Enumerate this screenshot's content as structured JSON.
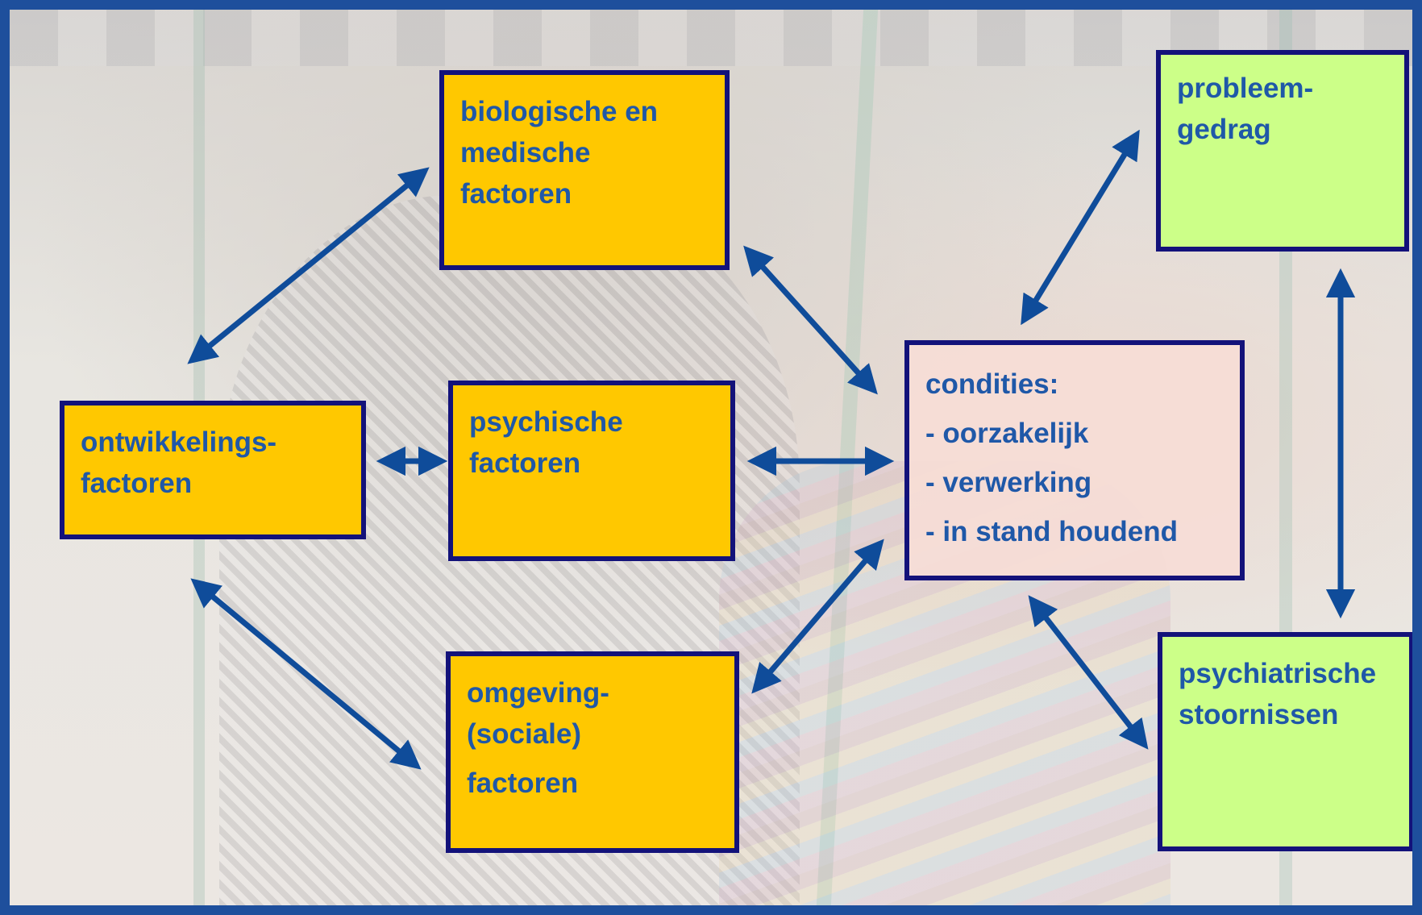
{
  "colors": {
    "frame": "#1e4f9c",
    "box_border": "#13127a",
    "text": "#1f58a8",
    "orange_box": "#ffc800",
    "green_box": "#ccff88",
    "pink_box": "#f6ddd6",
    "arrow": "#0f4c9a"
  },
  "boxes": {
    "bio": [
      "biologische en",
      "medische",
      "factoren"
    ],
    "ontwikkeling": [
      "ontwikkelings-",
      "factoren"
    ],
    "psychisch": [
      "psychische",
      "factoren"
    ],
    "omgeving": [
      "omgeving-",
      "(sociale)",
      "factoren"
    ],
    "condities": [
      "condities:",
      "- oorzakelijk",
      "- verwerking",
      "- in stand houdend"
    ],
    "probleemgedrag": [
      "probleem-",
      "gedrag"
    ],
    "psychiatrisch": [
      "psychiatrische",
      "stoornissen"
    ]
  },
  "relations": [
    {
      "from": "ontwikkeling",
      "to": "bio"
    },
    {
      "from": "ontwikkeling",
      "to": "psychisch"
    },
    {
      "from": "ontwikkeling",
      "to": "omgeving"
    },
    {
      "from": "bio",
      "to": "condities"
    },
    {
      "from": "psychisch",
      "to": "condities"
    },
    {
      "from": "omgeving",
      "to": "condities"
    },
    {
      "from": "condities",
      "to": "probleemgedrag"
    },
    {
      "from": "condities",
      "to": "psychiatrisch"
    },
    {
      "from": "probleemgedrag",
      "to": "psychiatrisch"
    }
  ]
}
